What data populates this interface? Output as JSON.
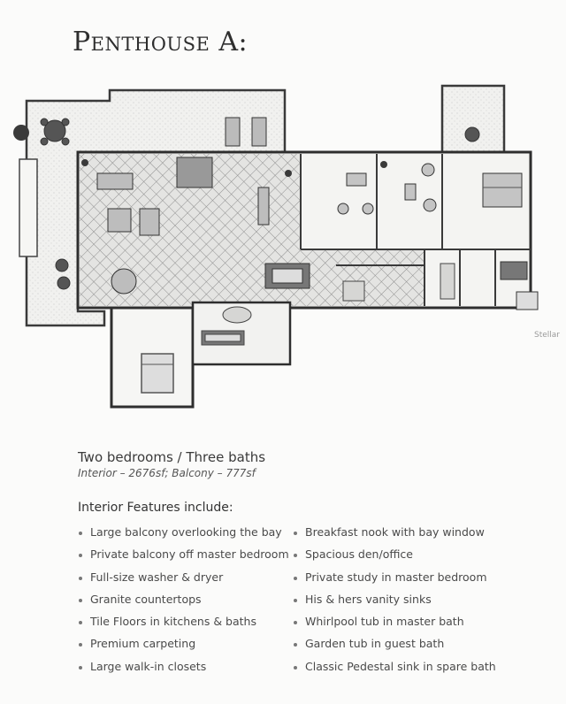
{
  "title": "Penthouse A:",
  "watermark": "Stellar",
  "summary": {
    "line1": "Two bedrooms / Three baths",
    "line2": "Interior – 2676sf; Balcony – 777sf"
  },
  "features_heading": "Interior Features include:",
  "features_left": [
    "Large balcony overlooking the bay",
    "Private balcony off master bedroom",
    "Full-size washer & dryer",
    "Granite countertops",
    "Tile Floors in kitchens & baths",
    "Premium carpeting",
    "Large walk-in closets"
  ],
  "features_right": [
    "Breakfast nook with bay window",
    "Spacious den/office",
    "Private study in master bedroom",
    "His & hers vanity sinks",
    "Whirlpool tub in master bath",
    "Garden tub in guest bath",
    "Classic Pedestal sink in spare bath"
  ],
  "plan": {
    "tile_color": "#9a9a9a",
    "wall_color": "#3a3a3a",
    "furniture_color": "#555555"
  }
}
